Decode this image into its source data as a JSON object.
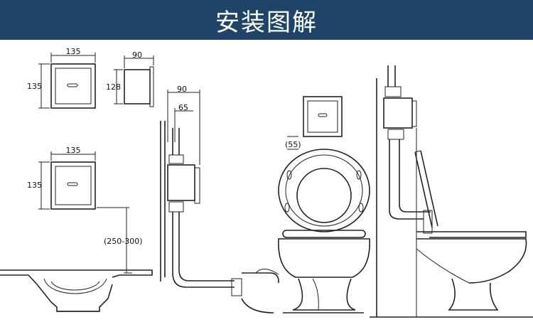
{
  "header": {
    "title": "安装图解",
    "bg_color": "#1f4468",
    "text_color": "#ffffff"
  },
  "panel1": {
    "sensor_top": {
      "width_label": "135",
      "height_label": "135"
    },
    "side_view": {
      "depth_label": "90",
      "height_label": "128"
    },
    "sensor_wall": {
      "width_label": "135",
      "height_label": "135",
      "mount_height_label": "(250-300)"
    }
  },
  "panel2": {
    "depth_label": "90",
    "pipe_offset_label": "65"
  },
  "panel3": {
    "height_offset_label": "(55)"
  },
  "icons": [
    "sensor-panel-icon",
    "flush-valve-icon",
    "toilet-icon",
    "urinal-basin-icon"
  ]
}
